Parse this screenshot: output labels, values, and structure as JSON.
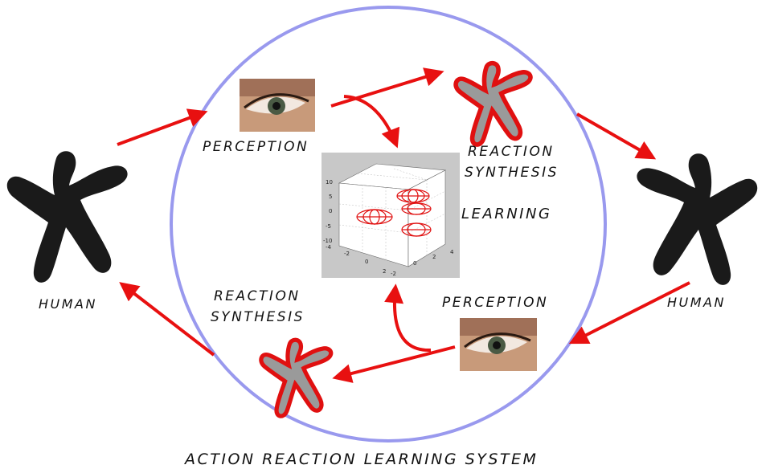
{
  "labels": {
    "perception_top": "PERCEPTION",
    "perception_bottom": "PERCEPTION",
    "reaction_top_line1": "REACTION",
    "reaction_top_line2": "SYNTHESIS",
    "reaction_bottom_line1": "REACTION",
    "reaction_bottom_line2": "SYNTHESIS",
    "learning": "LEARNING",
    "human_left": "HUMAN",
    "human_right": "HUMAN",
    "caption": "ACTION REACTION LEARNING SYSTEM"
  },
  "plot": {
    "z_ticks": [
      "10",
      "5",
      "0",
      "-5",
      "-10"
    ],
    "x_ticks": [
      "-4",
      "-2",
      "0",
      "2"
    ],
    "y_ticks": [
      "-2",
      "0",
      "2",
      "4"
    ],
    "ellipsoid_color": "#e01010",
    "background": "#c8c8c8"
  },
  "colors": {
    "arrow": "#e81010",
    "circle": "#9999ee",
    "human_figure": "#1a1a1a",
    "synthetic_fill": "#9a9a9a",
    "synthetic_outline": "#e01010"
  }
}
